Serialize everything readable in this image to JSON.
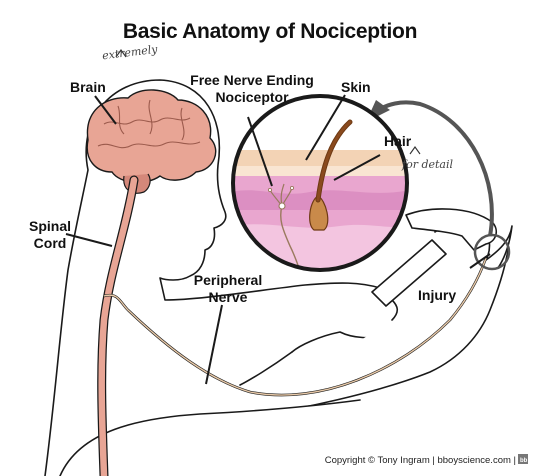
{
  "title": "Basic Anatomy of Nociception",
  "annotations": {
    "extremely": "extremely",
    "for_detail": "for detail"
  },
  "labels": {
    "brain": "Brain",
    "free_nerve_ending": "Free Nerve Ending",
    "nociceptor": "Nociceptor",
    "skin": "Skin",
    "hair": "Hair",
    "spinal": "Spinal",
    "cord": "Cord",
    "injury": "Injury",
    "peripheral": "Peripheral",
    "nerve": "Nerve"
  },
  "copyright": "Copyright © Tony Ingram | bboyscience.com |",
  "colors": {
    "brain": "#e8a595",
    "brain_stem": "#d4887a",
    "skin_surface": "#f3d3b5",
    "dermis": "#e9a6cf",
    "dermis_light": "#f3c5e0",
    "nerve": "#c9a487",
    "hair": "#8a4a1e",
    "outline": "#1a1a1a",
    "arrow": "#555555"
  }
}
